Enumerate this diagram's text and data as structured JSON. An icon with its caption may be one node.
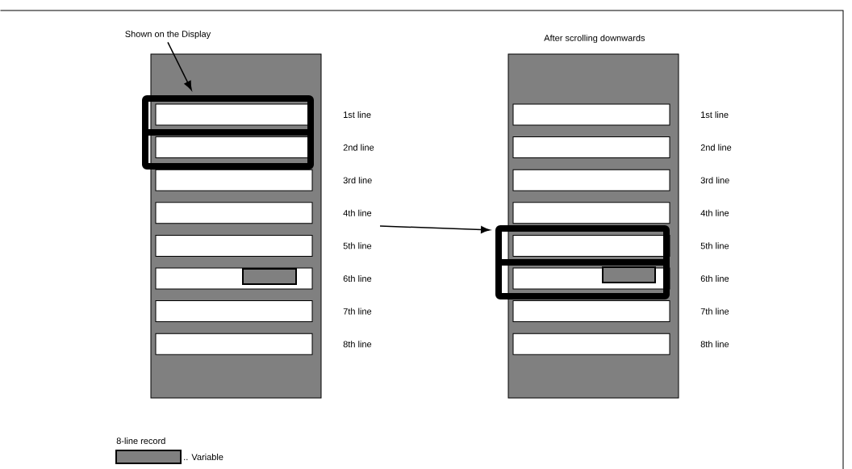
{
  "diagram": {
    "nodes": [
      {
        "text": [],
        "shape": "box"
      },
      {
        "text": [],
        "shape": "box",
        "in": 11,
        "beside": [
          "1st line"
        ]
      },
      {
        "text": [],
        "shape": "box",
        "in": 11,
        "beside": [
          "2nd line"
        ]
      },
      {
        "text": [],
        "shape": "box",
        "in": 0,
        "beside": [
          "3rd line"
        ]
      },
      {
        "text": [],
        "shape": "box",
        "in": 0,
        "beside": [
          "4th line"
        ]
      },
      {
        "text": [],
        "shape": "box",
        "in": 0,
        "beside": [
          "5th line"
        ]
      },
      {
        "text": [],
        "shape": "box",
        "in": 0,
        "beside": [
          "6th line"
        ]
      },
      {
        "text": [],
        "shape": "box",
        "in": 0,
        "beside": [
          "7th line"
        ]
      },
      {
        "text": [],
        "shape": "box",
        "in": 0,
        "beside": [
          "8th line"
        ]
      },
      {
        "text": [],
        "shape": "box",
        "in": 6
      },
      {
        "text": [
          "Shown on the Display"
        ]
      },
      {
        "text": [],
        "shape": "box",
        "in": 0
      },
      {
        "text": [],
        "shape": "box"
      },
      {
        "text": [],
        "shape": "box",
        "in": 12,
        "beside": [
          "1st line"
        ]
      },
      {
        "text": [],
        "shape": "box",
        "in": 12,
        "beside": [
          "2nd line"
        ]
      },
      {
        "text": [],
        "shape": "box",
        "in": 12,
        "beside": [
          "3rd line"
        ]
      },
      {
        "text": [],
        "shape": "box",
        "in": 12,
        "beside": [
          "4th line"
        ]
      },
      {
        "text": [],
        "shape": "box",
        "in": 22,
        "beside": [
          "5th line"
        ]
      },
      {
        "text": [],
        "shape": "box",
        "in": 22,
        "beside": [
          "6th line"
        ]
      },
      {
        "text": [],
        "shape": "box",
        "in": 12,
        "beside": [
          "7th line"
        ]
      },
      {
        "text": [],
        "shape": "box",
        "in": 12,
        "beside": [
          "8th line"
        ]
      },
      {
        "text": [],
        "shape": "box",
        "in": 18
      },
      {
        "text": [],
        "shape": "box",
        "in": 12
      }
    ],
    "edges": [
      {
        "from": 10,
        "to": 11,
        "arrow": "to"
      },
      {
        "from": null,
        "to": 22,
        "arrow": "to"
      }
    ],
    "labels": [
      "After scrolling downwards",
      "8-line record"
    ],
    "legend": [
      {
        "text": ".. Variable",
        "color": "#808080"
      }
    ]
  }
}
